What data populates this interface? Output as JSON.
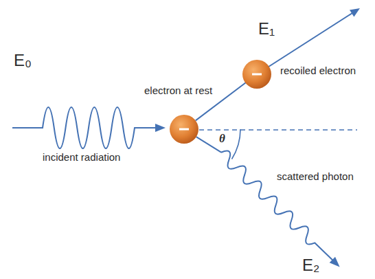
{
  "diagram": {
    "labels": [
      "E₀",
      "incident radiation",
      "electron at rest",
      "E₁",
      "recoiled electron",
      "θ",
      "scattered photon",
      "E₂"
    ]
  }
}
